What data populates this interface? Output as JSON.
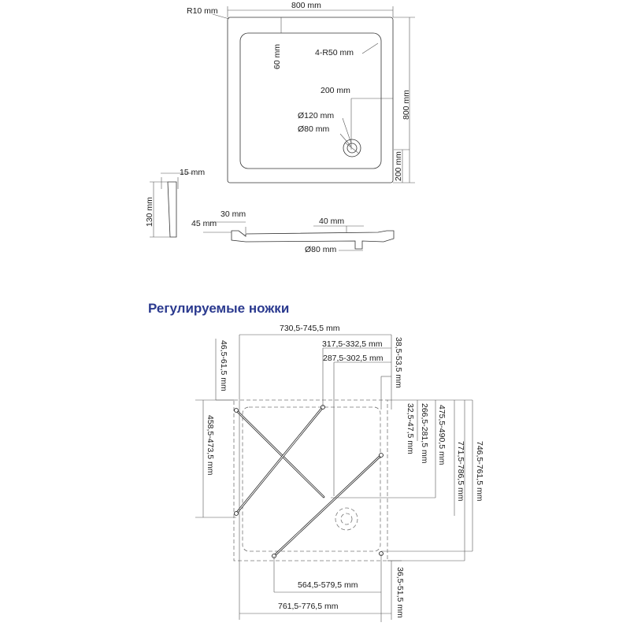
{
  "colors": {
    "title": "#2b3a8f",
    "lines": "#333333",
    "background": "#ffffff"
  },
  "top_view": {
    "r10": "R10 mm",
    "width": "800 mm",
    "height": "800 mm",
    "inner_offset": "60 mm",
    "corner_radius": "4-R50 mm",
    "drain_x": "200 mm",
    "drain_outer": "Ø120 mm",
    "drain_inner": "Ø80 mm",
    "drain_y": "200 mm"
  },
  "side_section": {
    "thickness": "15 mm",
    "height": "130 mm"
  },
  "profile": {
    "d30": "30 mm",
    "d45": "45 mm",
    "d40": "40 mm",
    "drain": "Ø80 mm"
  },
  "legs": {
    "title": "Регулируемые ножки",
    "top_width": "730,5-745,5 mm",
    "top_mid1": "317,5-332,5 mm",
    "top_mid2": "287,5-302,5 mm",
    "left_top": "46,5-61,5 mm",
    "left_mid": "458,5-473,5 mm",
    "right_a": "38,5-53,5 mm",
    "right_b": "32,5-47,5 mm",
    "right_c": "266,5-281,5 mm",
    "right_d": "475,5-490,5 mm",
    "right_e": "771,5-786,5 mm",
    "right_f": "746,5-761,5 mm",
    "bottom_mid": "564,5-579,5 mm",
    "bottom_width": "761,5-776,5 mm",
    "bottom_right": "36,5-51,5 mm"
  }
}
